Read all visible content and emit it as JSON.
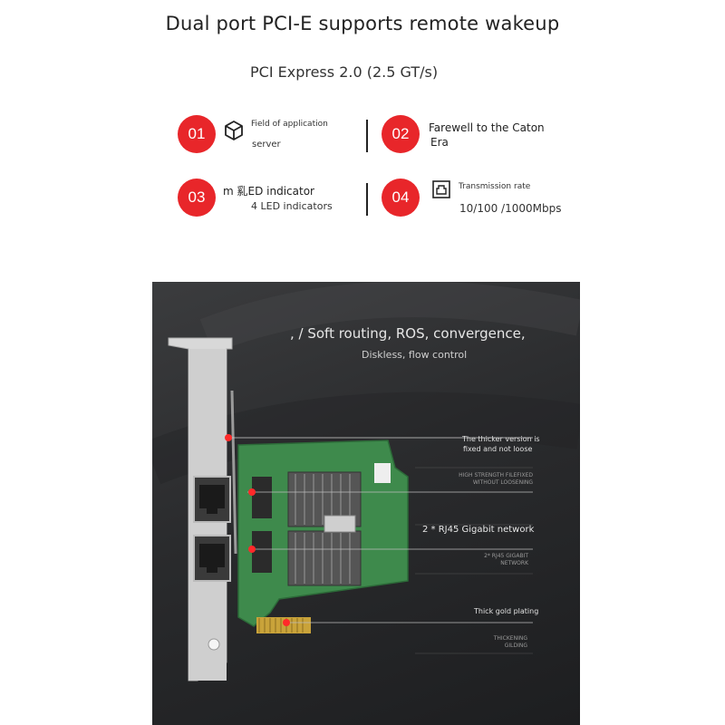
{
  "header": {
    "title": "Dual port PCI-E supports remote wakeup",
    "subtitle": "PCI Express 2.0 (2.5 GT/s)"
  },
  "features": [
    {
      "number": "01",
      "icon": "cube-icon",
      "label": "Field of application",
      "value": "server"
    },
    {
      "number": "02",
      "icon": "",
      "label": "Farewell to the Caton",
      "value": "Era"
    },
    {
      "number": "03",
      "icon": "led-icon",
      "label": "m 乿ED indicator",
      "value": "4 LED indicators"
    },
    {
      "number": "04",
      "icon": "ethernet-port-icon",
      "label": "Transmission rate",
      "value": "10/100 /1000Mbps"
    }
  ],
  "colors": {
    "accent": "#e8262a",
    "panel": "#2a2b2d",
    "pcb": "#3e8a4c"
  },
  "product": {
    "headline": ", / Soft routing, ROS, convergence,",
    "subline": "Diskless, flow control",
    "callouts": [
      {
        "text": "The thicker version is",
        "text2": "fixed and not loose",
        "sub": "HIGH STRENGTH FILEFIXED",
        "sub2": "WITHOUT LOOSENING"
      },
      {
        "text": "2 * RJ45 Gigabit network",
        "sub": "2* RJ45 GIGABIT",
        "sub2": "NETWORK"
      },
      {
        "text": "Thick gold plating",
        "sub": "THICKENING",
        "sub2": "GILDING"
      }
    ]
  }
}
